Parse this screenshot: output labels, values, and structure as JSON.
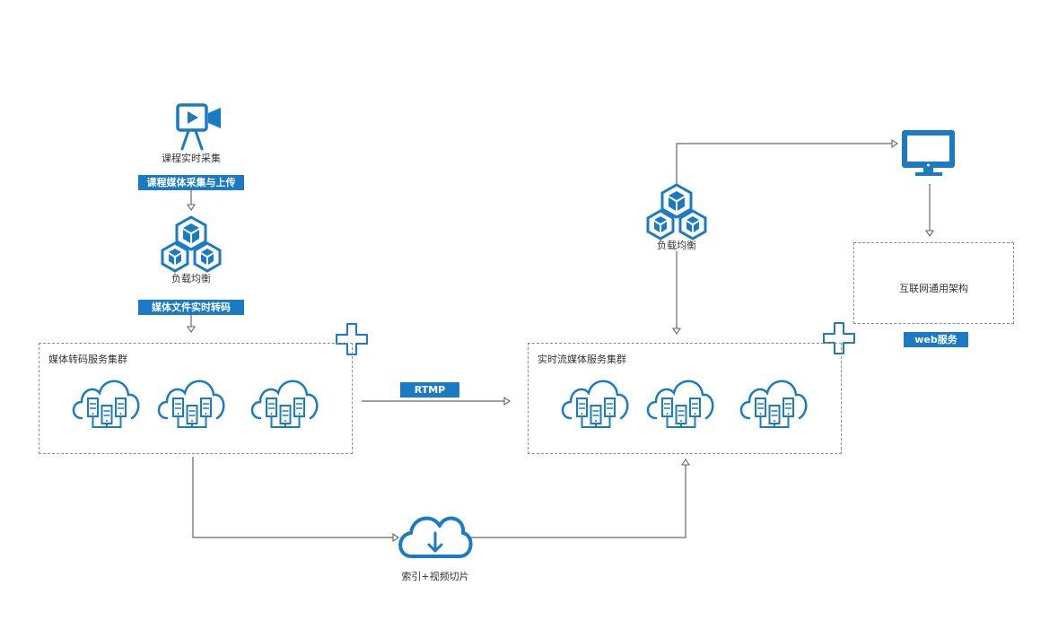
{
  "nodes": {
    "capture_label": "课程实时采集",
    "capture_tag": "课程媒体采集与上传",
    "lb_left_label": "负载均衡",
    "transcode_tag": "媒体文件实时转码",
    "transcode_cluster_title": "媒体转码服务集群",
    "rtmp_tag": "RTMP",
    "stream_cluster_title": "实时流媒体服务集群",
    "lb_right_label": "负载均衡",
    "internet_box_label": "互联网通用架构",
    "web_tag": "web服务",
    "slice_label": "索引+视频切片"
  },
  "colors": {
    "accent": "#1a7bc4",
    "line": "#666666",
    "dashed": "#8c8c8c"
  },
  "icons": [
    "video-camera-icon",
    "load-balancer-icon",
    "cloud-server-icon",
    "plus-cross-icon",
    "monitor-icon",
    "cloud-download-icon"
  ]
}
